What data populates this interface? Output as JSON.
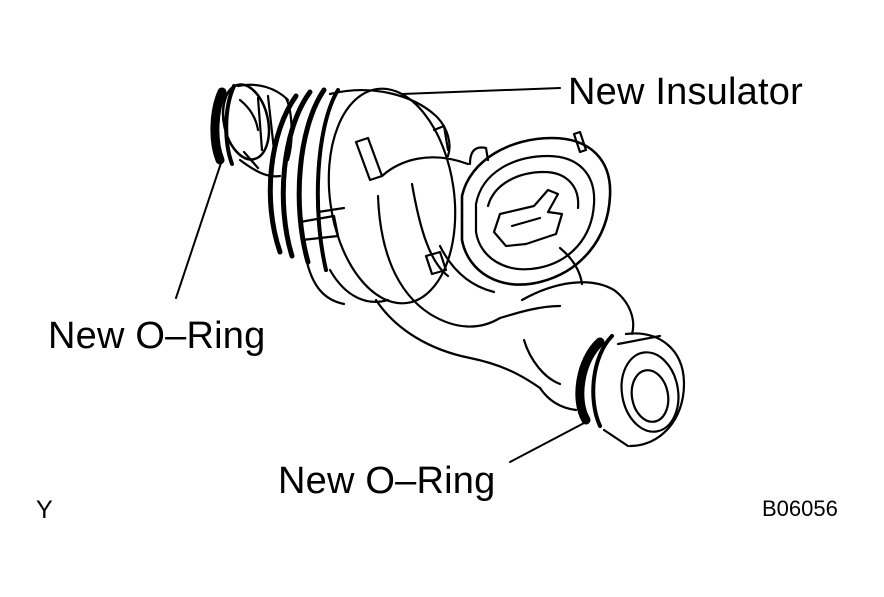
{
  "labels": {
    "insulator": "New Insulator",
    "oring_left": "New O–Ring",
    "oring_bottom": "New O–Ring",
    "corner_mark": "Y",
    "figure_code": "B06056"
  },
  "colors": {
    "ink": "#000000",
    "paper": "#ffffff"
  }
}
